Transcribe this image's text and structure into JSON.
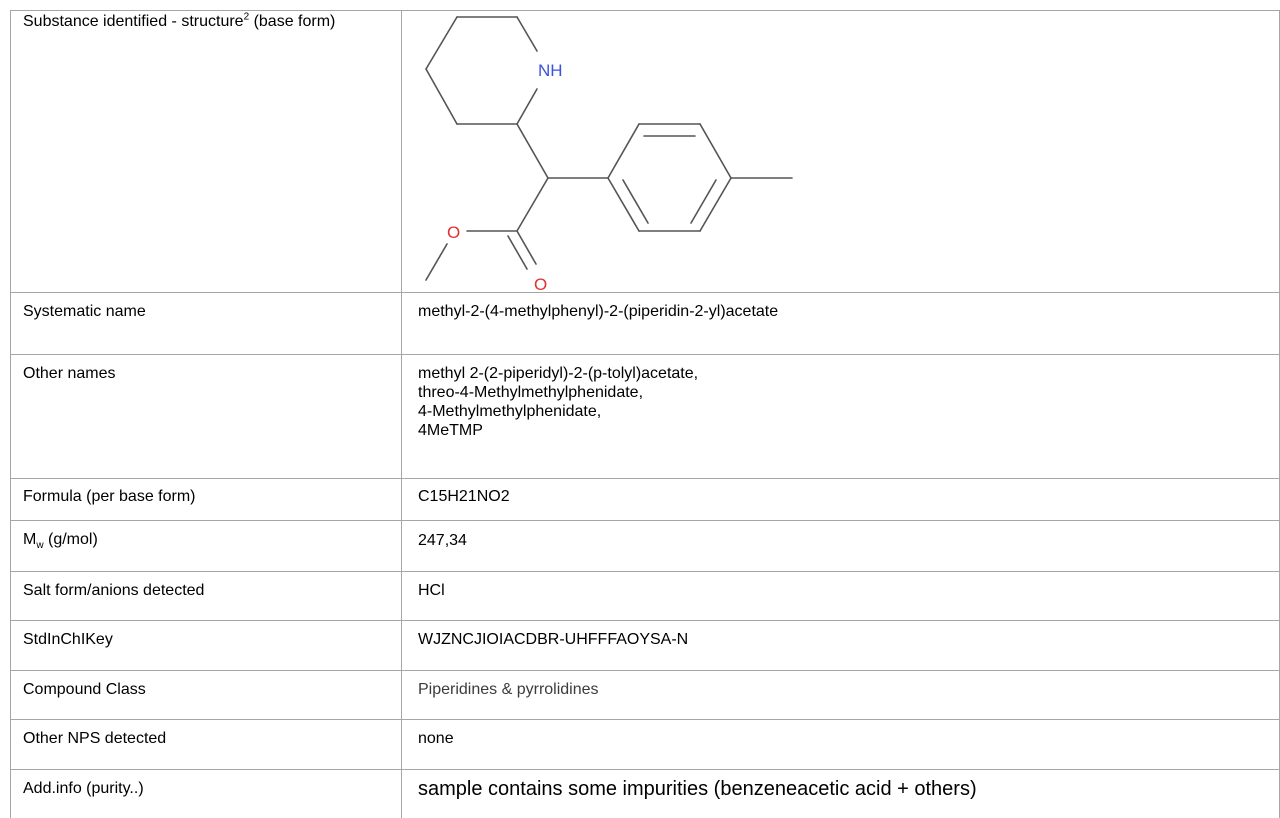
{
  "rows": [
    {
      "label": "Substance identified - structure",
      "label_sup": "2",
      "label_tail": " (base form)",
      "value": ""
    },
    {
      "label": "Systematic name",
      "value": "methyl-2-(4-methylphenyl)-2-(piperidin-2-yl)acetate"
    },
    {
      "label": "Other names",
      "value_lines": [
        "methyl 2-(2-piperidyl)-2-(p-tolyl)acetate,",
        "threo-4-Methylmethylphenidate,",
        "4-Methylmethylphenidate,",
        "4MeTMP"
      ]
    },
    {
      "label": "Formula (per base form)",
      "value": "C15H21NO2"
    },
    {
      "label_main": "M",
      "label_sub": "w",
      "label_tail": " (g/mol)",
      "value": "247,34"
    },
    {
      "label": "Salt form/anions detected",
      "value": "HCl"
    },
    {
      "label": "StdInChIKey",
      "value": "WJZNCJIOIACDBR-UHFFFAOYSA-N"
    },
    {
      "label": "Compound Class",
      "value": "Piperidines & pyrrolidines"
    },
    {
      "label": "Other NPS detected",
      "value": "none"
    },
    {
      "label": "Add.info (purity..)",
      "value": "sample contains some impurities (benzeneacetic acid + others)"
    }
  ],
  "structure": {
    "atom_nh": "NH",
    "atom_o_ester": "O",
    "atom_o_carbonyl": "O",
    "color_n": "#3a50e0",
    "color_o": "#e03030",
    "bond_color": "#555555"
  }
}
